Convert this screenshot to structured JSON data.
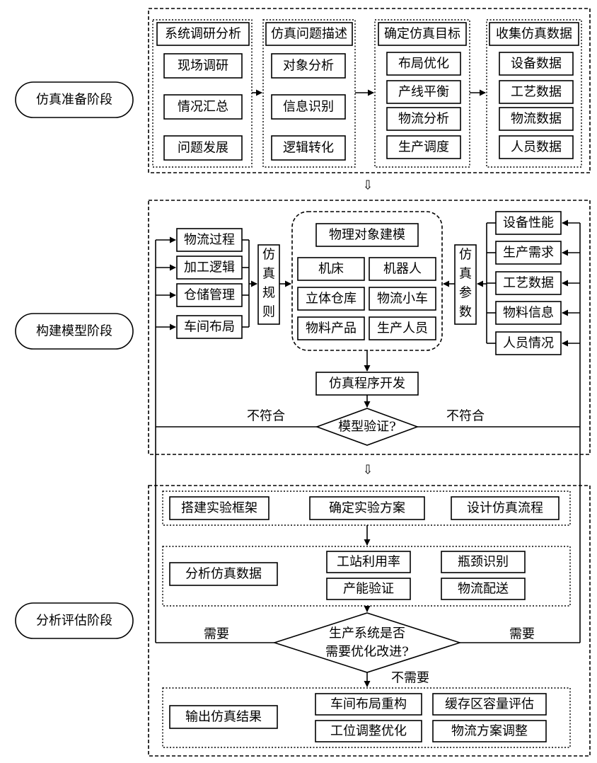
{
  "stages": {
    "prep": "仿真准备阶段",
    "build": "构建模型阶段",
    "analyze": "分析评估阶段"
  },
  "prep": {
    "groups": [
      {
        "title": "系统调研分析",
        "items": [
          "现场调研",
          "情况汇总",
          "问题发展"
        ]
      },
      {
        "title": "仿真问题描述",
        "items": [
          "对象分析",
          "信息识别",
          "逻辑转化"
        ]
      },
      {
        "title": "确定仿真目标",
        "items": [
          "布局优化",
          "产线平衡",
          "物流分析",
          "生产调度"
        ]
      },
      {
        "title": "收集仿真数据",
        "items": [
          "设备数据",
          "工艺数据",
          "物流数据",
          "人员数据"
        ]
      }
    ]
  },
  "build": {
    "left_items": [
      "物流过程",
      "加工逻辑",
      "仓储管理",
      "车间布局"
    ],
    "rules_label": [
      "仿",
      "真",
      "规",
      "则"
    ],
    "physical": {
      "title": "物理对象建模",
      "items": [
        "机床",
        "机器人",
        "立体仓库",
        "物流小车",
        "物料产品",
        "生产人员"
      ]
    },
    "params_label": [
      "仿",
      "真",
      "参",
      "数"
    ],
    "right_items": [
      "设备性能",
      "生产需求",
      "工艺数据",
      "物料信息",
      "人员情况"
    ],
    "dev": "仿真程序开发",
    "verify": "模型验证?",
    "fail_left": "不符合",
    "fail_right": "不符合"
  },
  "analyze": {
    "framework": [
      "搭建实验框架",
      "确定实验方案",
      "设计仿真流程"
    ],
    "analysis_label": "分析仿真数据",
    "analysis_items": [
      "工站利用率",
      "瓶颈识别",
      "产能验证",
      "物流配送"
    ],
    "decision_line1": "生产系统是否",
    "decision_line2": "需要优化改进?",
    "need_left": "需要",
    "need_right": "需要",
    "no_need": "不需要",
    "output_label": "输出仿真结果",
    "output_items": [
      "车间布局重构",
      "缓存区容量评估",
      "工位调整优化",
      "物流方案调整"
    ]
  },
  "between_arrow_glyph": "⇩"
}
